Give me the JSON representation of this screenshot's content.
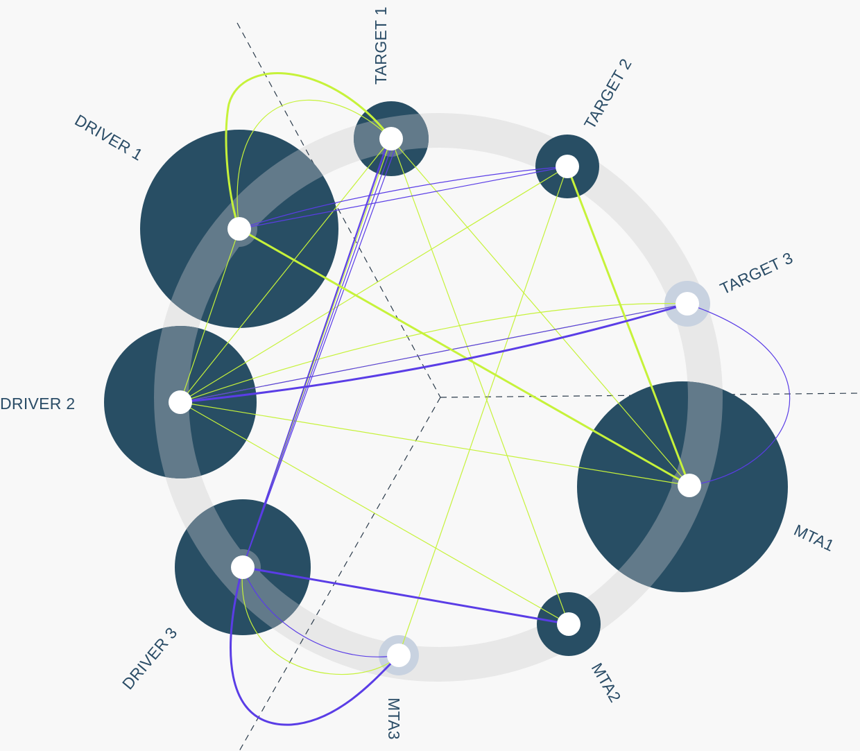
{
  "nodes": [
    {
      "id": "target1",
      "label": "TARGET 1"
    },
    {
      "id": "target2",
      "label": "TARGET 2"
    },
    {
      "id": "target3",
      "label": "TARGET 3"
    },
    {
      "id": "driver1",
      "label": "DRIVER 1"
    },
    {
      "id": "driver2",
      "label": "DRIVER 2"
    },
    {
      "id": "driver3",
      "label": "DRIVER 3"
    },
    {
      "id": "mta1",
      "label": "MTA1"
    },
    {
      "id": "mta2",
      "label": "MTA2"
    },
    {
      "id": "mta3",
      "label": "MTA3"
    }
  ],
  "colors": {
    "background": "#f8f8f8",
    "node_fill": "#284e64",
    "highlight_fill": "#627a8a",
    "ring": "#e8e8e8",
    "light_node_halo": "#c8d2e0",
    "green_link": "#c6f23a",
    "purple_link": "#5a3de6",
    "axis": "#2a3a4a",
    "label": "#2a4c66"
  }
}
